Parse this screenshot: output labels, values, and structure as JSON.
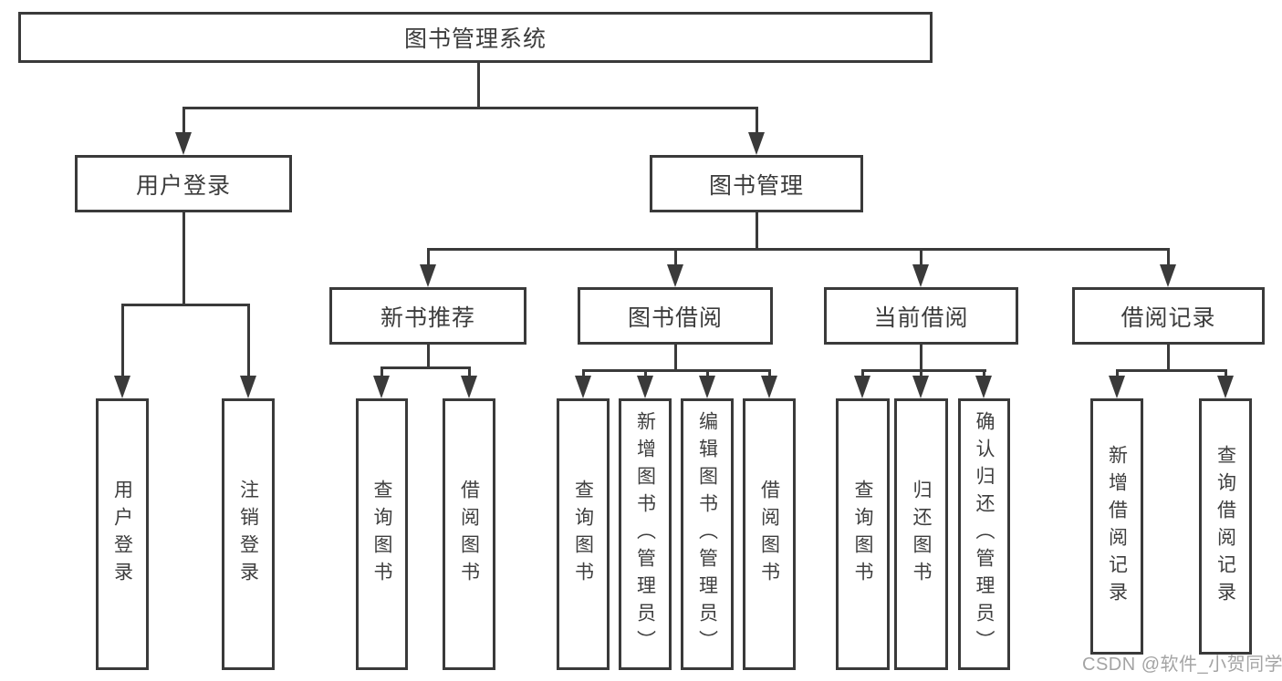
{
  "diagram_title": "图书管理系统",
  "watermark": "CSDN @软件_小贺同学",
  "colors": {
    "line": "#3a3a3a",
    "node_text": "#3c3c3c",
    "leaf_text": "#3f3f3f",
    "watermark_text": "#a4a4a4",
    "background": "#ffffff"
  },
  "tree": {
    "label": "图书管理系统",
    "children": [
      {
        "label": "用户登录",
        "children": [
          {
            "label": "用户登录"
          },
          {
            "label": "注销登录"
          }
        ]
      },
      {
        "label": "图书管理",
        "children": [
          {
            "label": "新书推荐",
            "children": [
              {
                "label": "查询图书"
              },
              {
                "label": "借阅图书"
              }
            ]
          },
          {
            "label": "图书借阅",
            "children": [
              {
                "label": "查询图书"
              },
              {
                "label": "新增图书（管理员）"
              },
              {
                "label": "编辑图书（管理员）"
              },
              {
                "label": "借阅图书"
              }
            ]
          },
          {
            "label": "当前借阅",
            "children": [
              {
                "label": "查询图书"
              },
              {
                "label": "归还图书"
              },
              {
                "label": "确认归还（管理员）"
              }
            ]
          },
          {
            "label": "借阅记录",
            "children": [
              {
                "label": "新增借阅记录"
              },
              {
                "label": "查询借阅记录"
              }
            ]
          }
        ]
      }
    ]
  }
}
